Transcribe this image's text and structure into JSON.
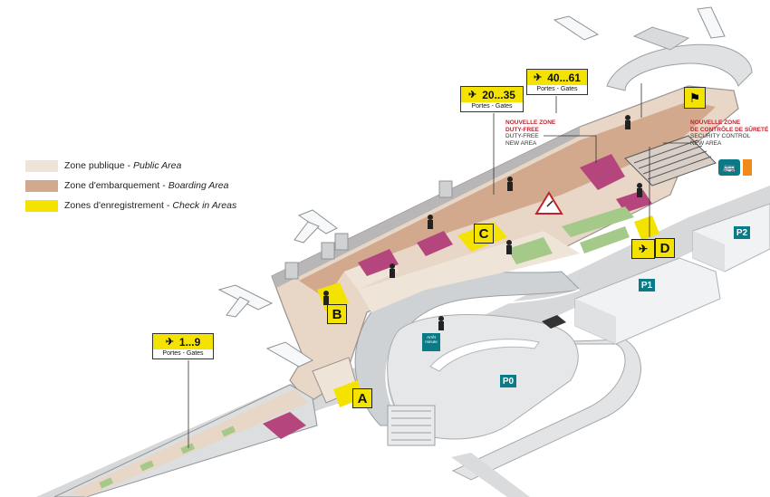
{
  "legend": [
    {
      "label": "Zone publique",
      "sub": "Public Area",
      "color": "#efe4d8"
    },
    {
      "label": "Zone d'embarquement",
      "sub": "Boarding Area",
      "color": "#d3a98d"
    },
    {
      "label": "Zones d'enregistrement",
      "sub": "Check in Areas",
      "color": "#f4e300"
    }
  ],
  "gates": [
    {
      "range": "20...35",
      "label": "Portes - Gates"
    },
    {
      "range": "40...61",
      "label": "Portes - Gates"
    },
    {
      "range": "1...9",
      "label": "Portes - Gates"
    }
  ],
  "zones": {
    "a": "A",
    "b": "B",
    "c": "C",
    "d": "D"
  },
  "parkings": {
    "p0": "P0",
    "p1": "P1",
    "p2": "P2"
  },
  "notes": {
    "duty_free_title_1": "NOUVELLE ZONE",
    "duty_free_title_2": "DUTY-FREE",
    "duty_free_sub_1": "DUTY-FREE",
    "duty_free_sub_2": "NEW AREA",
    "security_title_1": "NOUVELLE ZONE",
    "security_title_2": "DE CONTRÔLE DE SÛRETÉ",
    "security_sub_1": "SECURITY CONTROL",
    "security_sub_2": "NEW AREA"
  },
  "arret_minute": "Arrêt minute",
  "icons": [
    "departure-plane-icon",
    "baggage-claim-icon",
    "construction-sign-icon",
    "bus-icon",
    "traveler-icon"
  ],
  "colors": {
    "public": "#efe4d8",
    "boarding": "#d3a98d",
    "checkin": "#f4e300",
    "teal": "#0b7a87",
    "magenta": "#b5467d",
    "green": "#a5c989",
    "road": "#cfd2d4"
  }
}
